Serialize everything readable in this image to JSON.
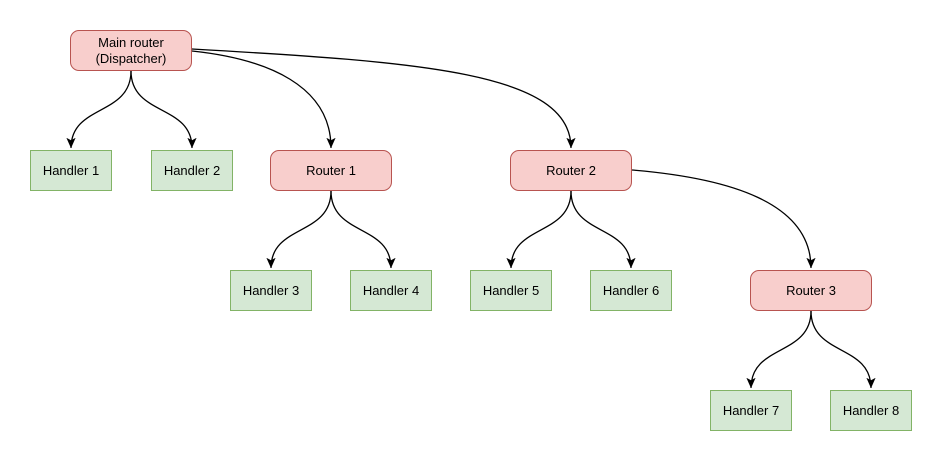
{
  "diagram": {
    "background_color": "#ffffff",
    "colors": {
      "router_fill": "#f8cecc",
      "router_stroke": "#b85450",
      "handler_fill": "#d5e8d4",
      "handler_stroke": "#82b366",
      "edge_color": "#000000"
    },
    "nodes": {
      "main_router": {
        "line1": "Main router",
        "line2": "(Dispatcher)",
        "type": "router"
      },
      "router1": {
        "label": "Router 1",
        "type": "router"
      },
      "router2": {
        "label": "Router 2",
        "type": "router"
      },
      "router3": {
        "label": "Router 3",
        "type": "router"
      },
      "handler1": {
        "label": "Handler 1",
        "type": "handler"
      },
      "handler2": {
        "label": "Handler 2",
        "type": "handler"
      },
      "handler3": {
        "label": "Handler 3",
        "type": "handler"
      },
      "handler4": {
        "label": "Handler 4",
        "type": "handler"
      },
      "handler5": {
        "label": "Handler 5",
        "type": "handler"
      },
      "handler6": {
        "label": "Handler 6",
        "type": "handler"
      },
      "handler7": {
        "label": "Handler 7",
        "type": "handler"
      },
      "handler8": {
        "label": "Handler 8",
        "type": "handler"
      }
    },
    "edges": [
      {
        "from": "main_router",
        "to": "handler1"
      },
      {
        "from": "main_router",
        "to": "handler2"
      },
      {
        "from": "main_router",
        "to": "router1"
      },
      {
        "from": "main_router",
        "to": "router2"
      },
      {
        "from": "router1",
        "to": "handler3"
      },
      {
        "from": "router1",
        "to": "handler4"
      },
      {
        "from": "router2",
        "to": "handler5"
      },
      {
        "from": "router2",
        "to": "handler6"
      },
      {
        "from": "router2",
        "to": "router3"
      },
      {
        "from": "router3",
        "to": "handler7"
      },
      {
        "from": "router3",
        "to": "handler8"
      }
    ]
  }
}
